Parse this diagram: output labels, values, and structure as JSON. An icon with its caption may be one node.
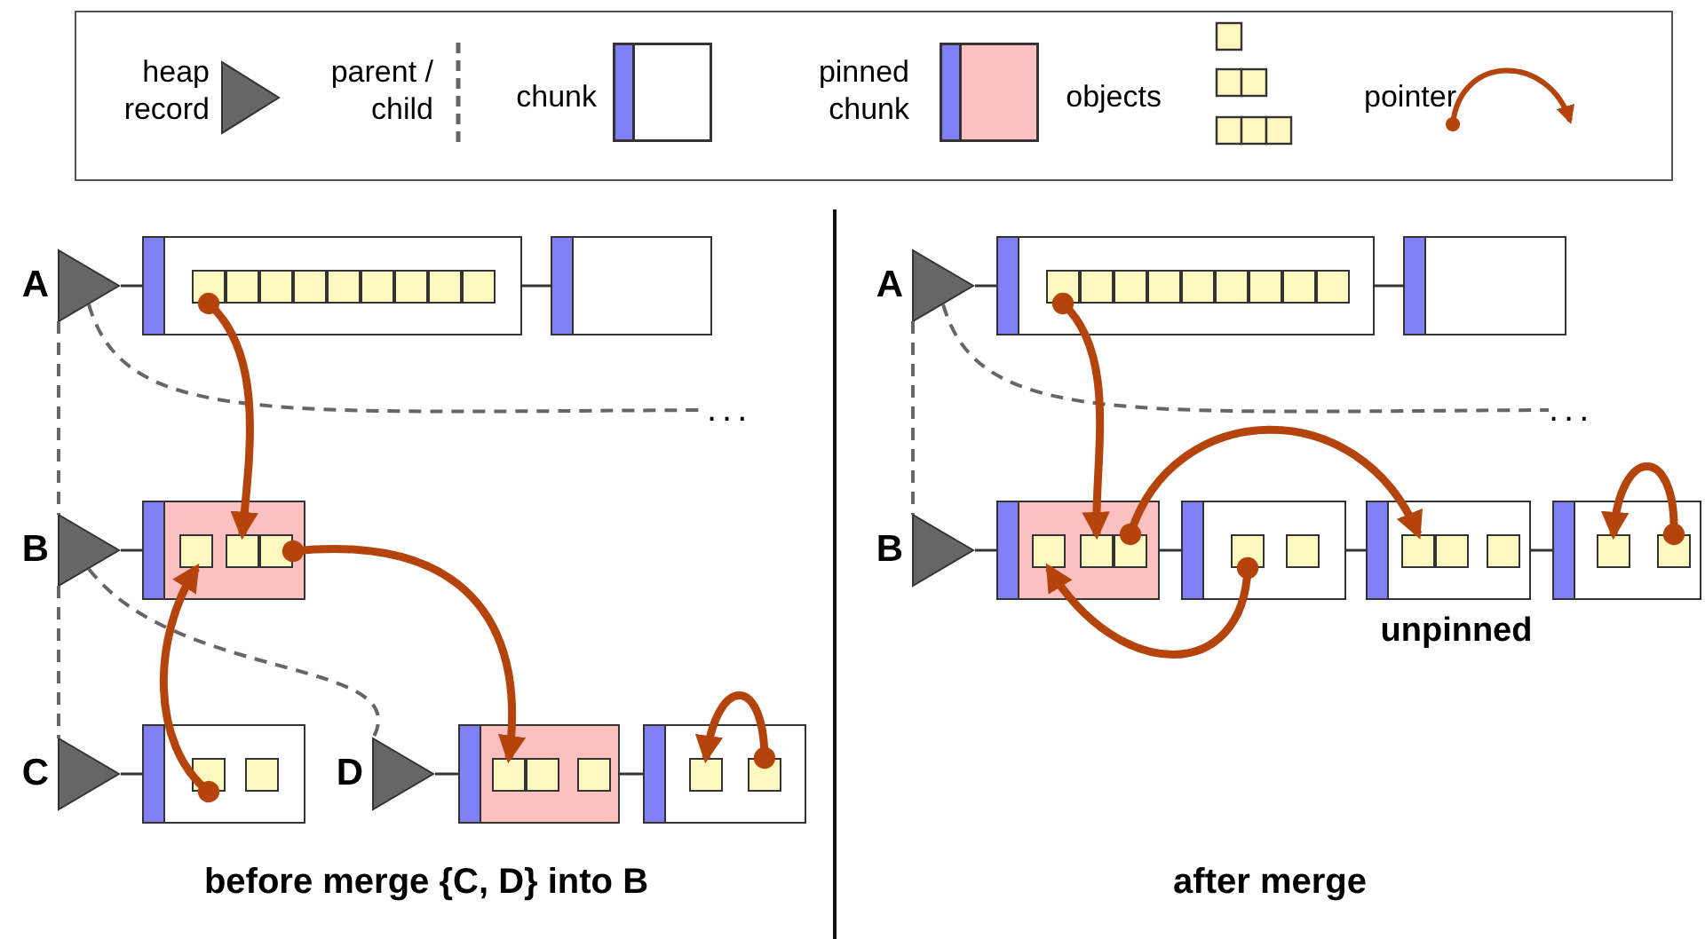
{
  "diagram": {
    "nodes": [
      {
        "text": [
          "A"
        ]
      },
      {
        "text": [],
        "shape": "box"
      },
      {
        "text": [],
        "shape": "box",
        "in": 1
      },
      {
        "text": [],
        "shape": "box",
        "in": 1
      },
      {
        "text": [],
        "shape": "box",
        "in": 1
      },
      {
        "text": [],
        "shape": "box",
        "in": 1
      },
      {
        "text": [],
        "shape": "box",
        "in": 1
      },
      {
        "text": [],
        "shape": "box",
        "in": 1
      },
      {
        "text": [],
        "shape": "box",
        "in": 1
      },
      {
        "text": [],
        "shape": "box",
        "in": 1
      },
      {
        "text": [],
        "shape": "box",
        "in": 1
      },
      {
        "text": [],
        "shape": "box"
      },
      {
        "text": [
          "B"
        ]
      },
      {
        "text": [],
        "shape": "box"
      },
      {
        "text": [],
        "shape": "box",
        "in": 13
      },
      {
        "text": [],
        "shape": "box",
        "in": 13
      },
      {
        "text": [],
        "shape": "box",
        "in": 13
      },
      {
        "text": [
          "C"
        ]
      },
      {
        "text": [],
        "shape": "box"
      },
      {
        "text": [],
        "shape": "box",
        "in": 18
      },
      {
        "text": [],
        "shape": "box",
        "in": 18
      },
      {
        "text": [
          "D"
        ]
      },
      {
        "text": [],
        "shape": "box"
      },
      {
        "text": [],
        "shape": "box",
        "in": 22
      },
      {
        "text": [],
        "shape": "box",
        "in": 22
      },
      {
        "text": [],
        "shape": "box",
        "in": 22
      },
      {
        "text": [],
        "shape": "box"
      },
      {
        "text": [],
        "shape": "box",
        "in": 26
      },
      {
        "text": [],
        "shape": "box",
        "in": 26
      },
      {
        "text": [
          "A"
        ]
      },
      {
        "text": [],
        "shape": "box"
      },
      {
        "text": [],
        "shape": "box",
        "in": 30
      },
      {
        "text": [],
        "shape": "box",
        "in": 30
      },
      {
        "text": [],
        "shape": "box",
        "in": 30
      },
      {
        "text": [],
        "shape": "box",
        "in": 30
      },
      {
        "text": [],
        "shape": "box",
        "in": 30
      },
      {
        "text": [],
        "shape": "box",
        "in": 30
      },
      {
        "text": [],
        "shape": "box",
        "in": 30
      },
      {
        "text": [],
        "shape": "box",
        "in": 30
      },
      {
        "text": [],
        "shape": "box",
        "in": 30
      },
      {
        "text": [],
        "shape": "box"
      },
      {
        "text": [
          "B"
        ]
      },
      {
        "text": [],
        "shape": "box"
      },
      {
        "text": [],
        "shape": "box",
        "in": 42
      },
      {
        "text": [],
        "shape": "box",
        "in": 42
      },
      {
        "text": [],
        "shape": "box",
        "in": 42
      },
      {
        "text": [],
        "shape": "box"
      },
      {
        "text": [],
        "shape": "box",
        "in": 46
      },
      {
        "text": [],
        "shape": "box",
        "in": 46
      },
      {
        "text": [],
        "shape": "box"
      },
      {
        "text": [],
        "shape": "box",
        "in": 49
      },
      {
        "text": [],
        "shape": "box",
        "in": 49
      },
      {
        "text": [],
        "shape": "box",
        "in": 49
      },
      {
        "text": [],
        "shape": "box"
      },
      {
        "text": [],
        "shape": "box",
        "in": 53
      },
      {
        "text": [],
        "shape": "box",
        "in": 53
      },
      {
        "text": [
          "..."
        ]
      },
      {
        "text": [
          "..."
        ]
      }
    ],
    "edges": [
      {
        "from": 0,
        "to": 1,
        "arrow": "none"
      },
      {
        "from": 1,
        "to": 11,
        "arrow": "none"
      },
      {
        "from": 12,
        "to": 13,
        "arrow": "none"
      },
      {
        "from": 17,
        "to": 18,
        "arrow": "none"
      },
      {
        "from": 21,
        "to": 22,
        "arrow": "none"
      },
      {
        "from": 22,
        "to": 26,
        "arrow": "none"
      },
      {
        "from": 29,
        "to": 30,
        "arrow": "none"
      },
      {
        "from": 30,
        "to": 40,
        "arrow": "none"
      },
      {
        "from": 41,
        "to": 42,
        "arrow": "none"
      },
      {
        "from": 42,
        "to": 46,
        "arrow": "none"
      },
      {
        "from": 46,
        "to": 49,
        "arrow": "none"
      },
      {
        "from": 49,
        "to": 53,
        "arrow": "none"
      },
      {
        "from": 0,
        "to": 12,
        "arrow": "none",
        "style": "dashed",
        "color": "#666666"
      },
      {
        "from": 12,
        "to": 17,
        "arrow": "none",
        "style": "dashed",
        "color": "#666666"
      },
      {
        "from": 12,
        "to": 21,
        "arrow": "none",
        "style": "dashed",
        "color": "#666666"
      },
      {
        "from": 0,
        "to": 56,
        "arrow": "none",
        "style": "dashed",
        "color": "#666666"
      },
      {
        "from": 29,
        "to": 41,
        "arrow": "none",
        "style": "dashed",
        "color": "#666666"
      },
      {
        "from": 29,
        "to": 57,
        "arrow": "none",
        "style": "dashed",
        "color": "#666666"
      },
      {
        "from": 2,
        "to": 15,
        "arrow": "to",
        "style": "thick",
        "color": "#b5430c"
      },
      {
        "from": 16,
        "to": 23,
        "arrow": "to",
        "style": "thick",
        "color": "#b5430c"
      },
      {
        "from": 19,
        "to": 14,
        "arrow": "to",
        "style": "thick",
        "color": "#b5430c"
      },
      {
        "from": 28,
        "to": 27,
        "arrow": "to",
        "style": "thick",
        "color": "#b5430c"
      },
      {
        "from": 31,
        "to": 44,
        "arrow": "to",
        "style": "thick",
        "color": "#b5430c"
      },
      {
        "from": 45,
        "to": 50,
        "arrow": "to",
        "style": "thick",
        "color": "#b5430c"
      },
      {
        "from": 47,
        "to": 43,
        "arrow": "to",
        "style": "thick",
        "color": "#b5430c"
      },
      {
        "from": 55,
        "to": 54,
        "arrow": "to",
        "style": "thick",
        "color": "#b5430c"
      }
    ],
    "labels": [
      "unpinned",
      "before merge {C, D} into B",
      "after merge"
    ],
    "legend": [
      {
        "text": "heap record"
      },
      {
        "text": "parent / child"
      },
      {
        "text": "chunk"
      },
      {
        "text": "pinned chunk"
      },
      {
        "text": "objects"
      },
      {
        "text": "pointer"
      }
    ]
  }
}
